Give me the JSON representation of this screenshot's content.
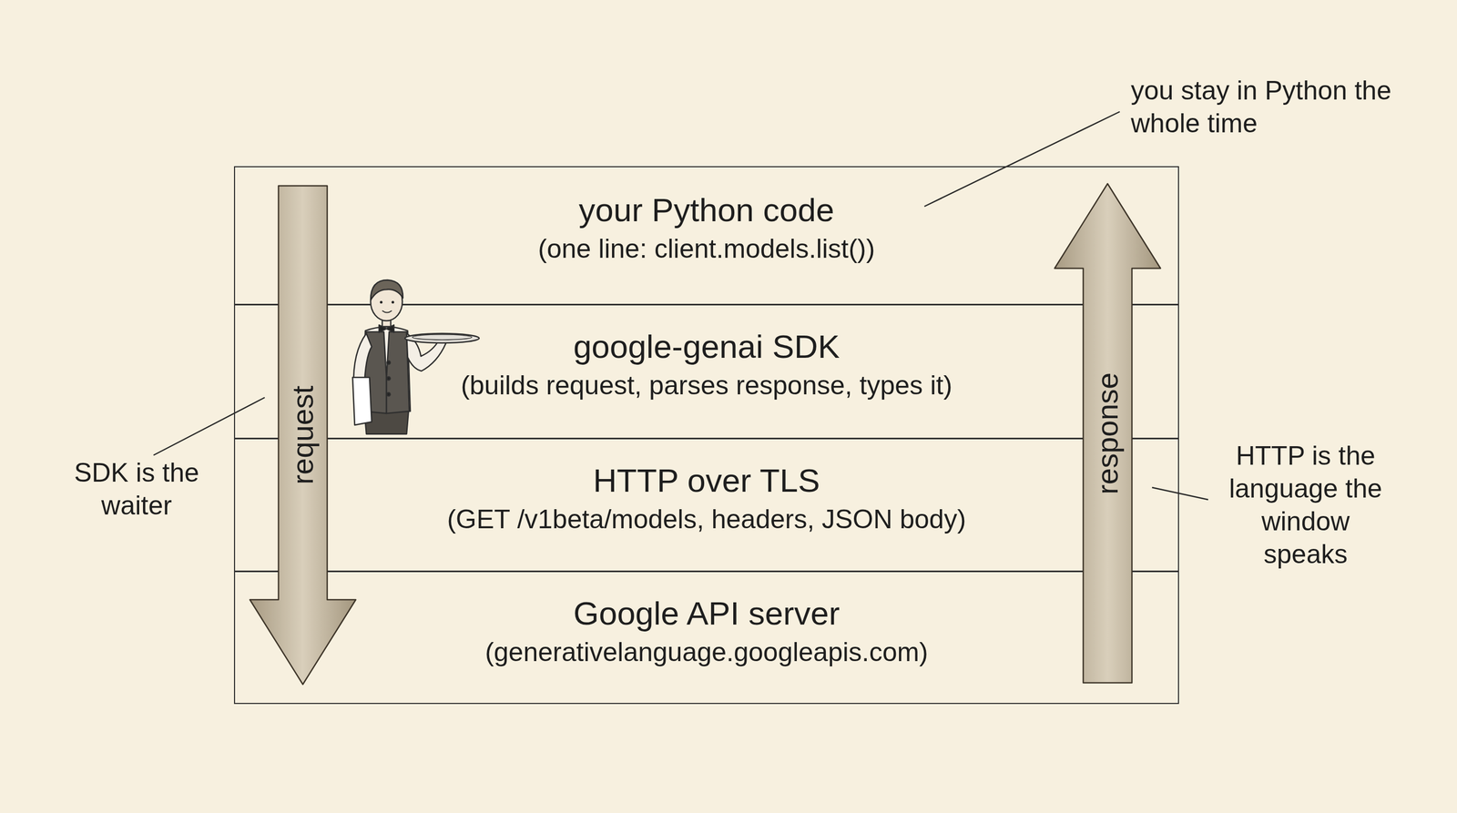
{
  "diagram": {
    "nodes": [
      {
        "text": [
          "your Python code",
          "(one line: client.models.list())"
        ]
      },
      {
        "text": [
          "google-genai SDK",
          "(builds request, parses response, types it)"
        ]
      },
      {
        "text": [
          "HTTP over TLS",
          "(GET /v1beta/models, headers, JSON body)"
        ]
      },
      {
        "text": [
          "Google API server",
          "(generativelanguage.googleapis.com)"
        ]
      }
    ],
    "edges": [
      {
        "from": 0,
        "to": 3,
        "label": "request",
        "arrow": "to"
      },
      {
        "from": 3,
        "to": 0,
        "label": "response",
        "arrow": "to"
      }
    ],
    "labels": [
      "you stay in Python the whole time",
      "SDK is the waiter",
      "HTTP is the language the window speaks"
    ]
  }
}
